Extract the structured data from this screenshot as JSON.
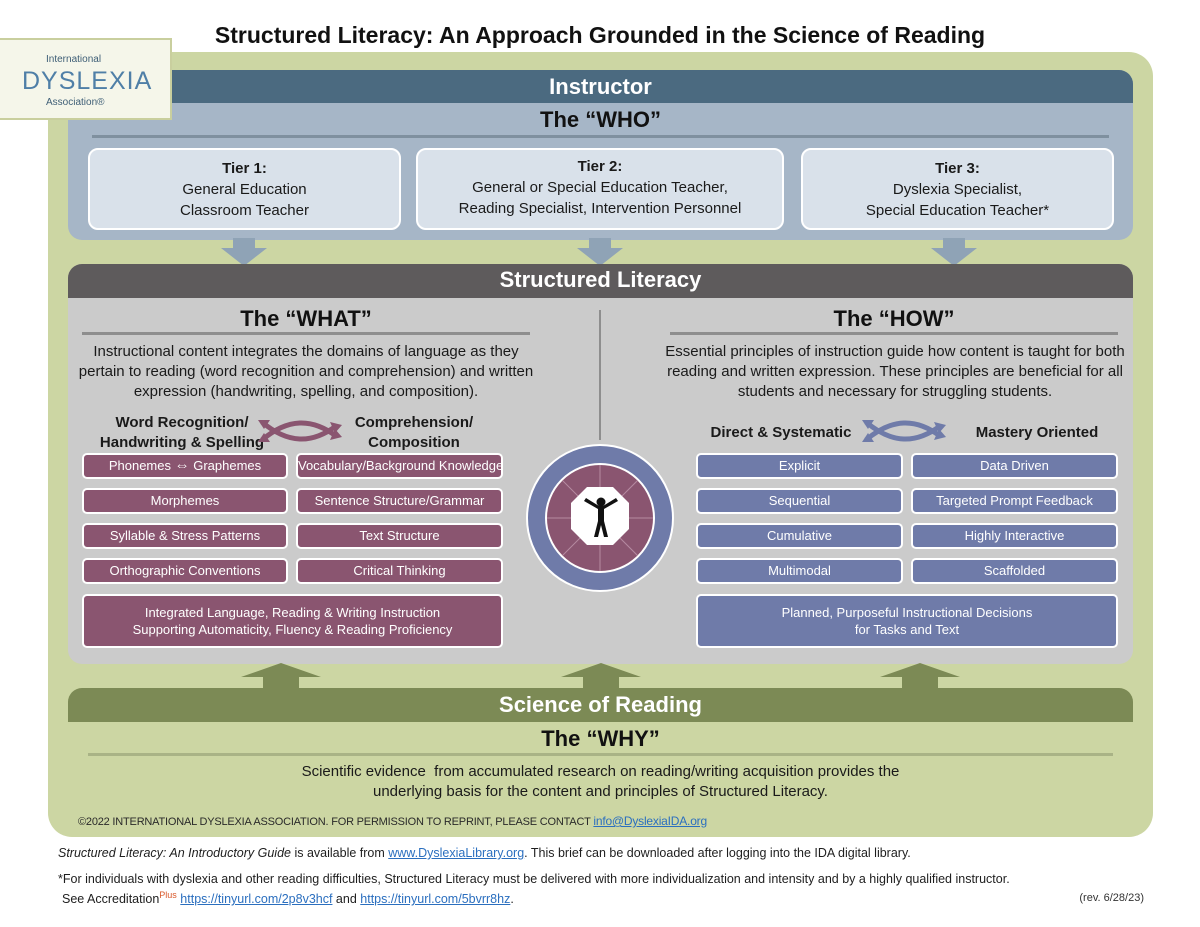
{
  "title": "Structured Literacy: An Approach Grounded in the Science of Reading",
  "logo": {
    "top_text": "International",
    "main_text": "DYSLEXIA",
    "bottom_text": "Association®"
  },
  "instructor": {
    "header": "Instructor",
    "subheading": "The “WHO”",
    "tiers": [
      {
        "title": "Tier 1:",
        "line1": "General Education",
        "line2": "Classroom Teacher"
      },
      {
        "title": "Tier 2:",
        "line1": "General or Special Education Teacher,",
        "line2": "Reading Specialist, Intervention Personnel"
      },
      {
        "title": "Tier 3:",
        "line1": "Dyslexia Specialist,",
        "line2": "Special Education Teacher*"
      }
    ]
  },
  "structured_literacy": {
    "header": "Structured Literacy",
    "what": {
      "heading": "The “WHAT”",
      "description": "Instructional content integrates the domains of language as they pertain to reading (word recognition and comprehension) and written expression (handwriting, spelling, and composition).",
      "col1_line1": "Word Recognition/",
      "col1_line2": "Handwriting & Spelling",
      "col2_line1": "Comprehension/",
      "col2_line2": "Composition",
      "left_items": [
        "Phonemes",
        "Morphemes",
        "Syllable & Stress Patterns",
        "Orthographic Conventions"
      ],
      "phonemes_right": "Graphemes",
      "right_items": [
        "Vocabulary/Background Knowledge",
        "Sentence Structure/Grammar",
        "Text Structure",
        "Critical Thinking"
      ],
      "summary_line1": "Integrated Language, Reading & Writing Instruction",
      "summary_line2": "Supporting Automaticity, Fluency & Reading Proficiency"
    },
    "how": {
      "heading": "The “HOW”",
      "description": "Essential principles of instruction guide how content is taught for both reading and written expression. These principles are beneficial for all students and necessary for struggling students.",
      "col1": "Direct & Systematic",
      "col2": "Mastery Oriented",
      "left_items": [
        "Explicit",
        "Sequential",
        "Cumulative",
        "Multimodal"
      ],
      "right_items": [
        "Data Driven",
        "Targeted Prompt Feedback",
        "Highly Interactive",
        "Scaffolded"
      ],
      "summary_line1": "Planned, Purposeful Instructional Decisions",
      "summary_line2": "for Tasks and Text"
    }
  },
  "science": {
    "header": "Science of Reading",
    "subheading": "The “WHY”",
    "line1": "Scientific evidence  from accumulated research on reading/writing acquisition provides the",
    "line2": "underlying basis for the content and principles of Structured Literacy."
  },
  "copyright": {
    "text": "©2022 INTERNATIONAL DYSLEXIA ASSOCIATION. FOR PERMISSION TO REPRINT, PLEASE CONTACT ",
    "email": "info@DyslexiaIDA.org"
  },
  "footer": {
    "line1_italic": "Structured Literacy: An Introductory Guide",
    "line1_mid": " is available from ",
    "line1_link": "www.DyslexiaLibrary.org",
    "line1_end": ". This brief can be downloaded after logging into the IDA digital library.",
    "line2": "*For individuals with dyslexia and other reading difficulties, Structured Literacy must be delivered with more individualization and intensity and by a highly qualified instructor.",
    "line3_start": "See Accreditation",
    "line3_plus": "Plus",
    "link1": "https://tinyurl.com/2p8v3hcf",
    "line3_and": " and ",
    "link2": "https://tinyurl.com/5bvrr8hz",
    "line3_end": ".",
    "revision": "(rev. 6/28/23)"
  },
  "colors": {
    "instructor_header": "#4b6a80",
    "instructor_panel": "#a6b6c7",
    "sl_header": "#5e5b5c",
    "sl_panel": "#cbcbcb",
    "science_header": "#7c8a55",
    "frame": "#ccd6a3",
    "what_pill": "#8a5570",
    "how_pill": "#6f7ba9"
  }
}
